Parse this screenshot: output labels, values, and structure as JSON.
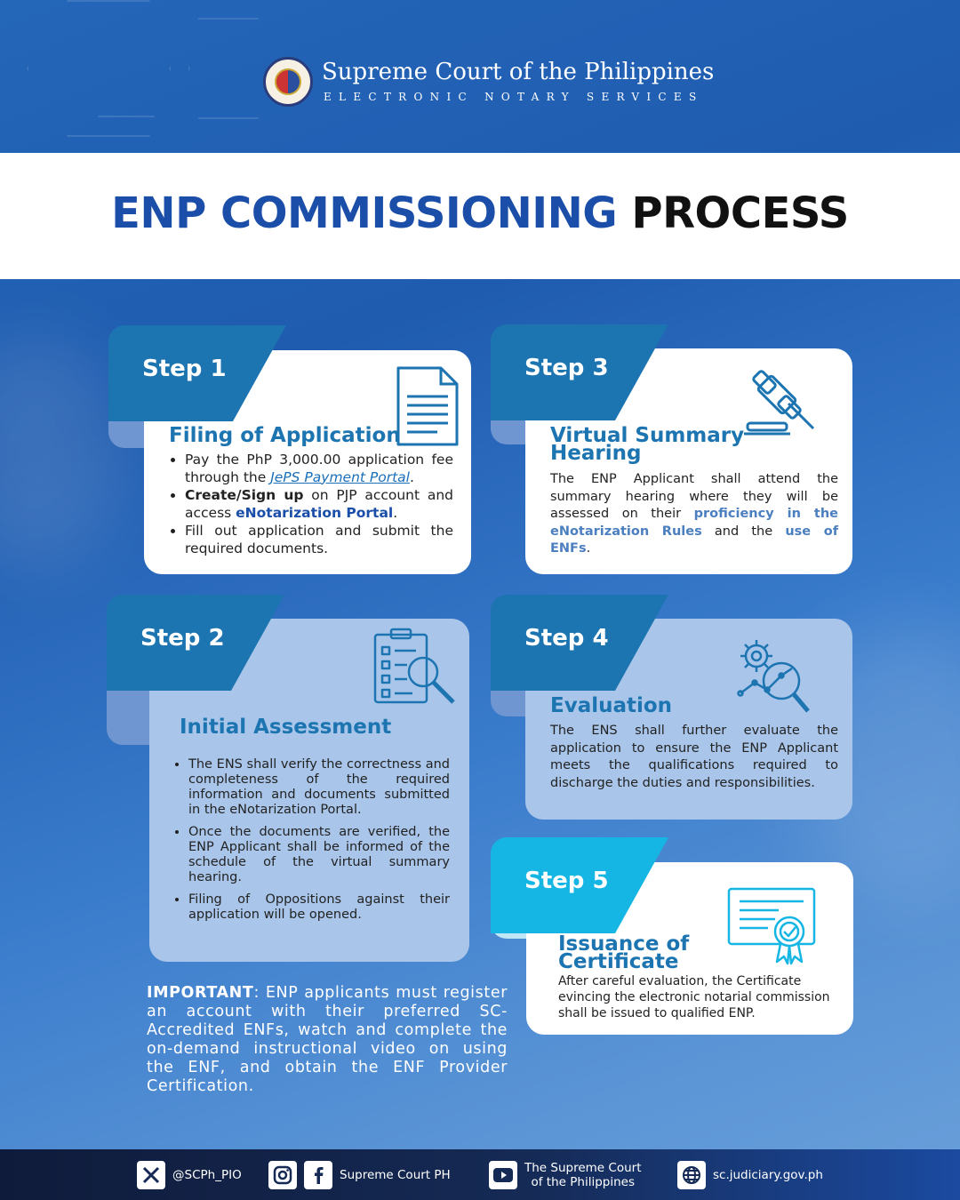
{
  "header": {
    "court_name": "Supreme Court of the Philippines",
    "subtitle": "ELECTRONIC NOTARY SERVICES"
  },
  "title": {
    "part1": "ENP COMMISSIONING",
    "part2": "PROCESS"
  },
  "steps": {
    "step1": {
      "tab": "Step 1",
      "title": "Filing of Application",
      "b1_pre": "Pay the PhP 3,000.00 application fee through the ",
      "b1_link": "JePS Payment Portal",
      "b1_post": ".",
      "b2_bold": "Create/Sign up",
      "b2_mid": " on PJP account and access ",
      "b2_hl": "eNotarization Portal",
      "b2_post": ".",
      "b3": "Fill out application and submit the required documents."
    },
    "step2": {
      "tab": "Step 2",
      "title": "Initial Assessment",
      "b1": "The ENS shall verify the correctness and completeness of the required information and documents submitted in the eNotarization Portal.",
      "b2": "Once the documents are verified, the ENP Applicant shall be informed of the schedule of the virtual summary hearing.",
      "b3": "Filing of Oppositions against their application will be opened."
    },
    "step3": {
      "tab": "Step 3",
      "title_l1": "Virtual Summary",
      "title_l2": "Hearing",
      "t_pre": "The ENP Applicant shall attend the summary hearing where they will be assessed on their ",
      "t_hl1": "proficiency in the eNotarization Rules",
      "t_mid": " and the ",
      "t_hl2": "use of ENFs",
      "t_post": "."
    },
    "step4": {
      "tab": "Step 4",
      "title": "Evaluation",
      "text": "The ENS shall further evaluate the application to ensure the ENP Applicant meets the qualifications required to discharge the duties and responsibilities."
    },
    "step5": {
      "tab": "Step 5",
      "title_l1": "Issuance of",
      "title_l2": "Certificate",
      "text": "After careful evaluation, the Certificate evincing the electronic notarial commission shall be issued to qualified ENP."
    }
  },
  "important": {
    "label": "IMPORTANT",
    "text": ": ENP applicants must register an account with their preferred SC-Accredited ENFs, watch and complete the on-demand instructional video on using the ENF, and obtain the ENF Provider Certification."
  },
  "footer": {
    "x_handle": "@SCPh_PIO",
    "fb_name": "Supreme Court PH",
    "yt_l1": "The Supreme Court",
    "yt_l2": "of the Philippines",
    "website": "sc.judiciary.gov.ph"
  },
  "colors": {
    "primary_blue": "#1a4ea8",
    "tab_blue": "#1c74b0",
    "tab_cyan": "#15b6e4",
    "light_card": "#a9c6ea"
  }
}
